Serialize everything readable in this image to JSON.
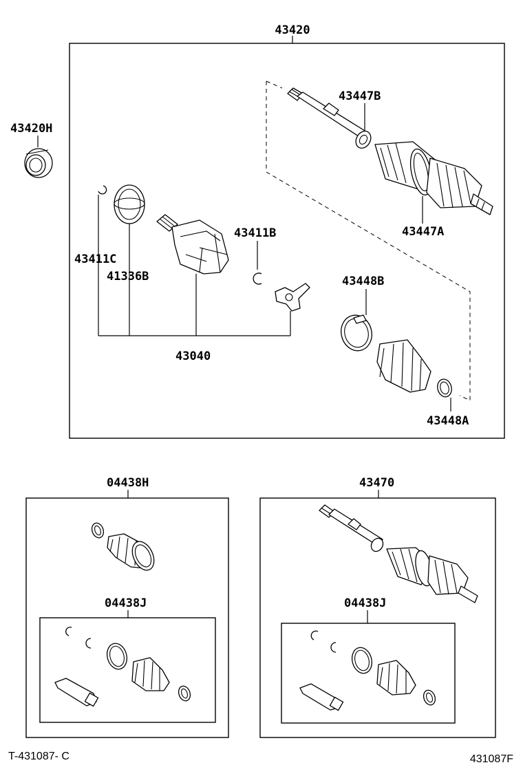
{
  "labels": {
    "p43420": "43420",
    "p43420H": "43420H",
    "p43447B": "43447B",
    "p43447A": "43447A",
    "p43411B": "43411B",
    "p43411C": "43411C",
    "p41336B": "41336B",
    "p43040": "43040",
    "p43448B": "43448B",
    "p43448A": "43448A",
    "p04438H": "04438H",
    "p04438J_left": "04438J",
    "p43470": "43470",
    "p04438J_right": "04438J"
  },
  "footer": {
    "left_code": "T-431087- C",
    "right_code": "431087F"
  }
}
